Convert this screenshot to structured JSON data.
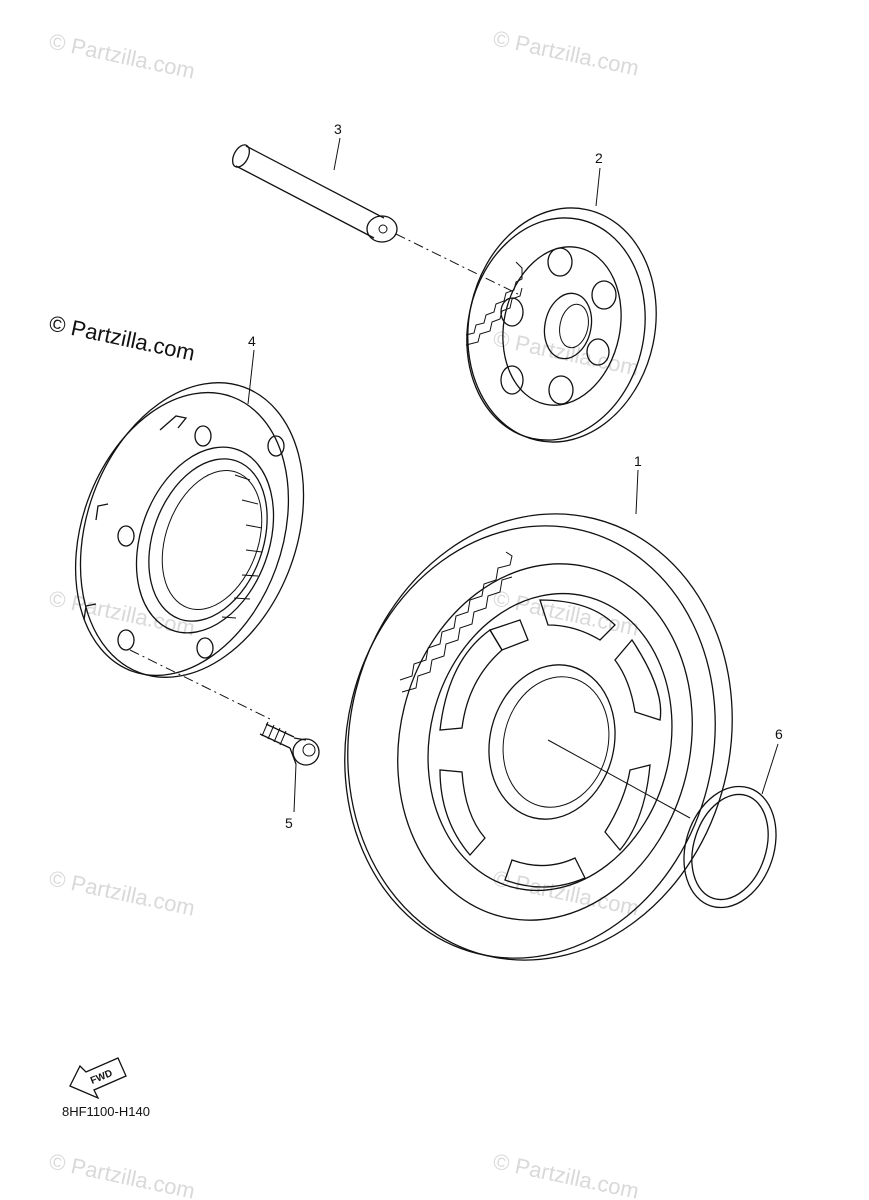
{
  "watermark": {
    "faint_text": "© Partzilla.com",
    "main_text": "© Partzilla.com"
  },
  "callouts": {
    "c1": "1",
    "c2": "2",
    "c3": "3",
    "c4": "4",
    "c5": "5",
    "c6": "6"
  },
  "fwd_label": "FWD",
  "diagram_code": "8HF1100-H140"
}
